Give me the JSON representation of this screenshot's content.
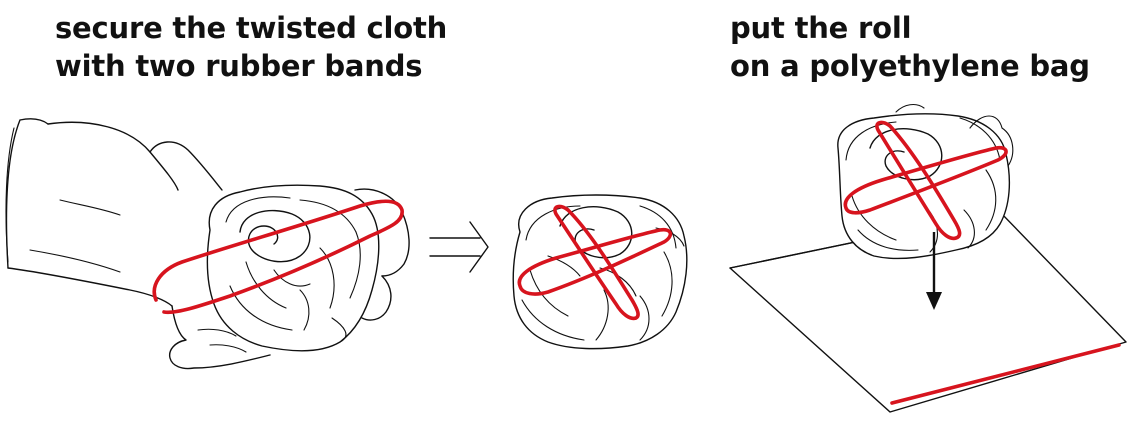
{
  "steps": [
    {
      "caption_lines": [
        "secure the twisted cloth",
        "with two rubber bands"
      ]
    },
    {
      "caption_lines": [
        "put the roll",
        "on a polyethylene bag"
      ]
    }
  ],
  "icons": {
    "step_arrow": "double-right-arrow-icon",
    "down_arrow": "down-arrow-icon"
  },
  "colors": {
    "ink": "#111111",
    "rubber_band": "#d7141e",
    "background": "#ffffff"
  }
}
